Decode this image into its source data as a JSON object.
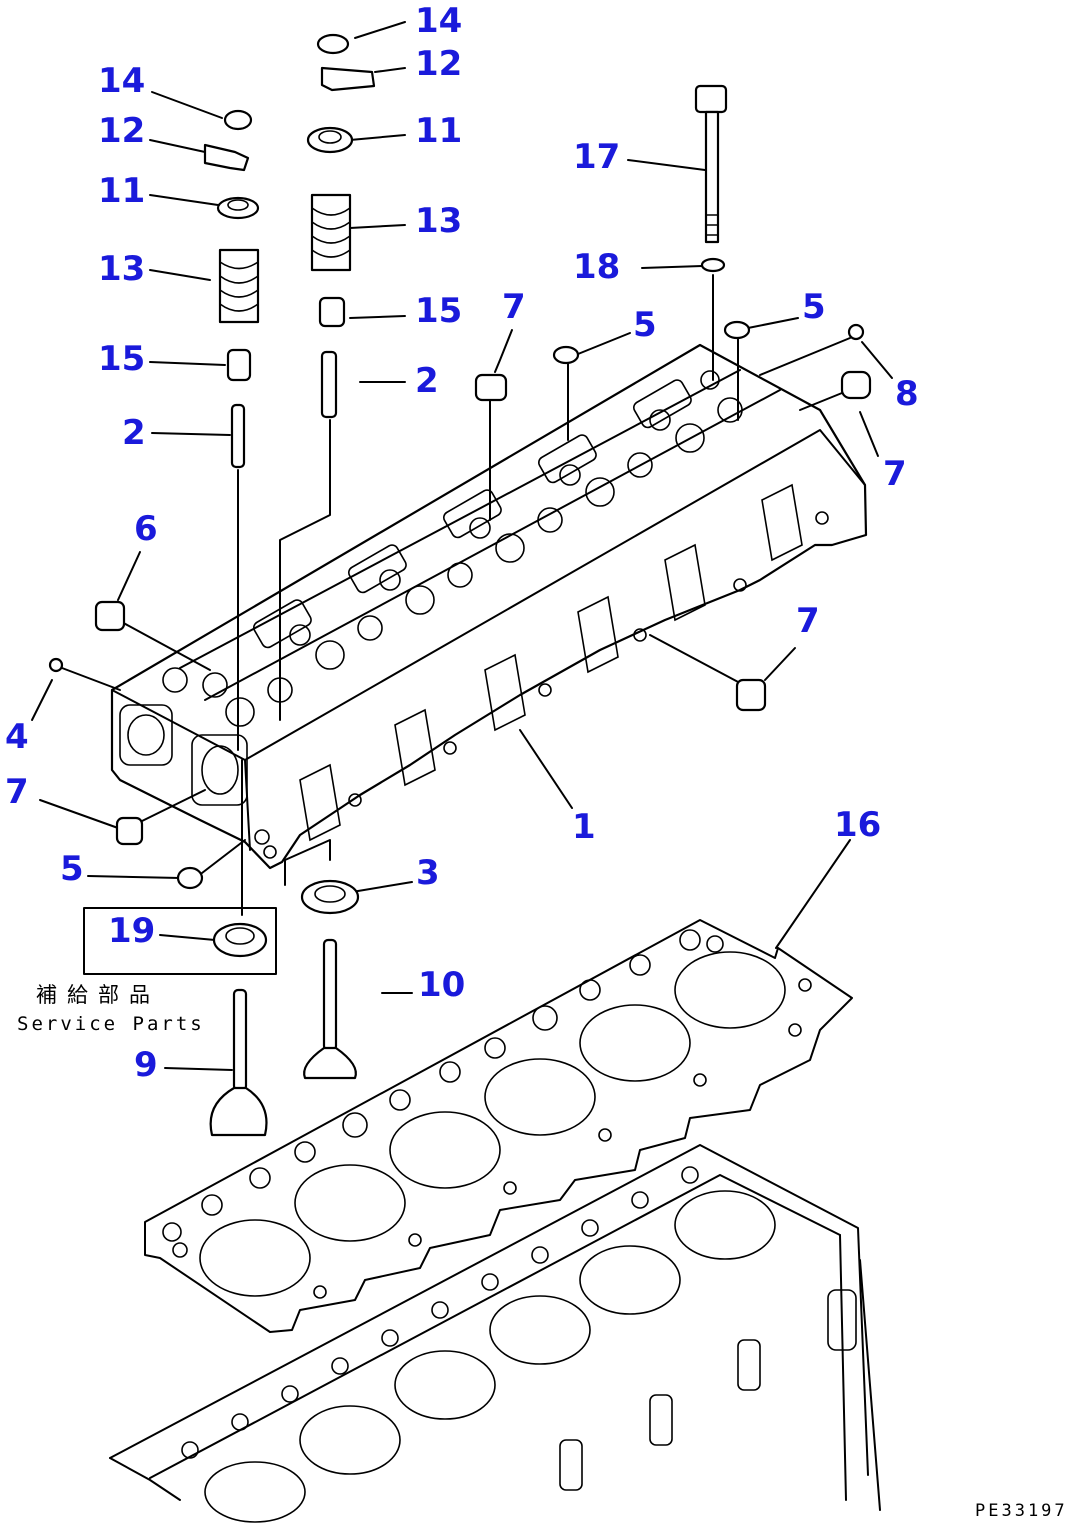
{
  "callouts": {
    "c14a": "14",
    "c12a": "12",
    "c11a": "11",
    "c13a": "13",
    "c15a": "15",
    "c2a": "2",
    "c14b": "14",
    "c12b": "12",
    "c11b": "11",
    "c13b": "13",
    "c15b": "15",
    "c2b": "2",
    "c17": "17",
    "c18": "18",
    "c7a": "7",
    "c5a": "5",
    "c5b": "5",
    "c8": "8",
    "c7b": "7",
    "c6": "6",
    "c4": "4",
    "c7c": "7",
    "c7d": "7",
    "c5c": "5",
    "c1": "1",
    "c3": "3",
    "c16": "16",
    "c19": "19",
    "c10": "10",
    "c9": "9"
  },
  "service_parts": {
    "japanese": "補給部品",
    "english": "Service Parts"
  },
  "drawing_code": "PE33197"
}
